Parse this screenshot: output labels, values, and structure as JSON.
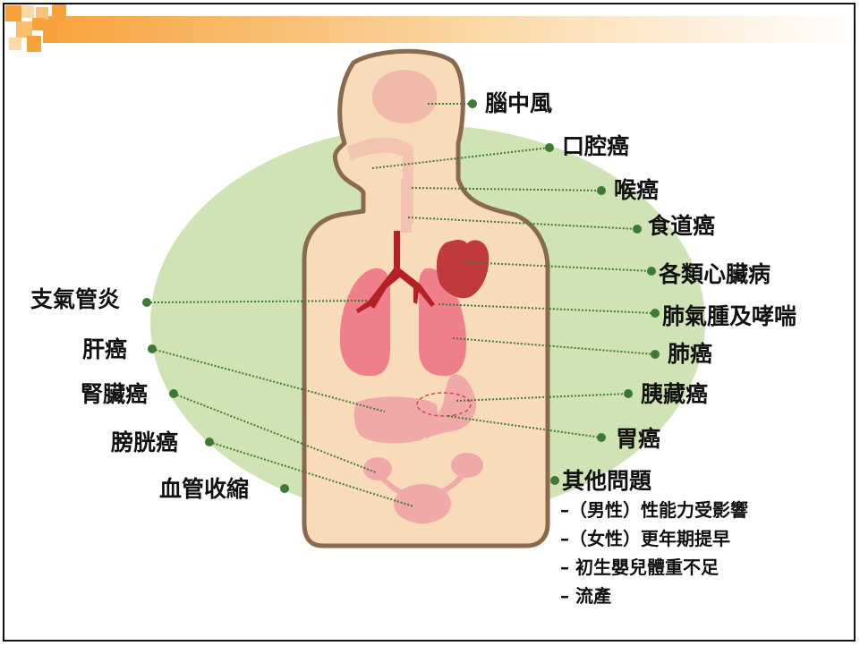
{
  "labels": {
    "stroke": "腦中風",
    "oral_cancer": "口腔癌",
    "throat_cancer": "喉癌",
    "esophageal_cancer": "食道癌",
    "heart_disease": "各類心臟病",
    "emphysema_asthma": "肺氣腫及哮喘",
    "lung_cancer": "肺癌",
    "pancreatic_cancer": "胰藏癌",
    "stomach_cancer": "胃癌",
    "bronchitis": "支氣管炎",
    "liver_cancer": "肝癌",
    "kidney_cancer": "腎臟癌",
    "bladder_cancer": "膀胱癌",
    "vasoconstriction": "血管收縮"
  },
  "other_problems": {
    "title": "其他問題",
    "items": [
      "–（男性）性能力受影響",
      "–（女性）更年期提早",
      "–   初生嬰兒體重不足",
      "–   流產"
    ]
  },
  "colors": {
    "banner_orange": "#f7a23a",
    "ellipse_green": "#cfe3b5",
    "body_skin": "#f8dbb8",
    "body_outline": "#8a6a4e",
    "lung_pink": "#ef7f8a",
    "heart_red": "#c0393b",
    "trachea_red": "#b51f26",
    "organ_pink": "#f0a8a8",
    "leader_green": "#3f7a34"
  }
}
